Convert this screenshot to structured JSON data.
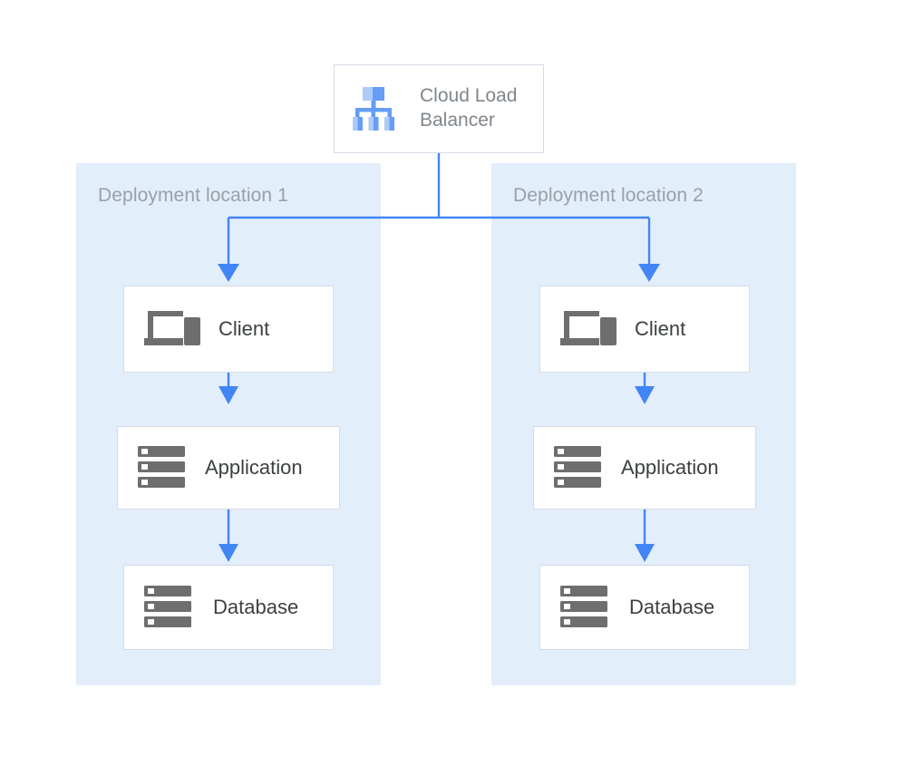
{
  "diagram": {
    "title_node": {
      "label": "Cloud Load Balancer",
      "icon": "load-balancer-hierarchy-icon"
    },
    "regions": [
      {
        "label": "Deployment location 1",
        "nodes": [
          {
            "label": "Client",
            "icon": "devices-client-icon"
          },
          {
            "label": "Application",
            "icon": "server-stack-icon"
          },
          {
            "label": "Database",
            "icon": "server-stack-icon"
          }
        ]
      },
      {
        "label": "Deployment location 2",
        "nodes": [
          {
            "label": "Client",
            "icon": "devices-client-icon"
          },
          {
            "label": "Application",
            "icon": "server-stack-icon"
          },
          {
            "label": "Database",
            "icon": "server-stack-icon"
          }
        ]
      }
    ],
    "colors": {
      "region_background": "#e3eefb",
      "connector_blue": "#4285f4",
      "icon_blue_dark": "#669df6",
      "icon_blue_light": "#aecbfa",
      "icon_gray": "#6e6e6e",
      "box_border": "#d5dce5",
      "node_text": "#3c4043",
      "muted_text": "#9aa0a6",
      "balancer_text": "#80868b",
      "page_background": "#ffffff"
    }
  }
}
